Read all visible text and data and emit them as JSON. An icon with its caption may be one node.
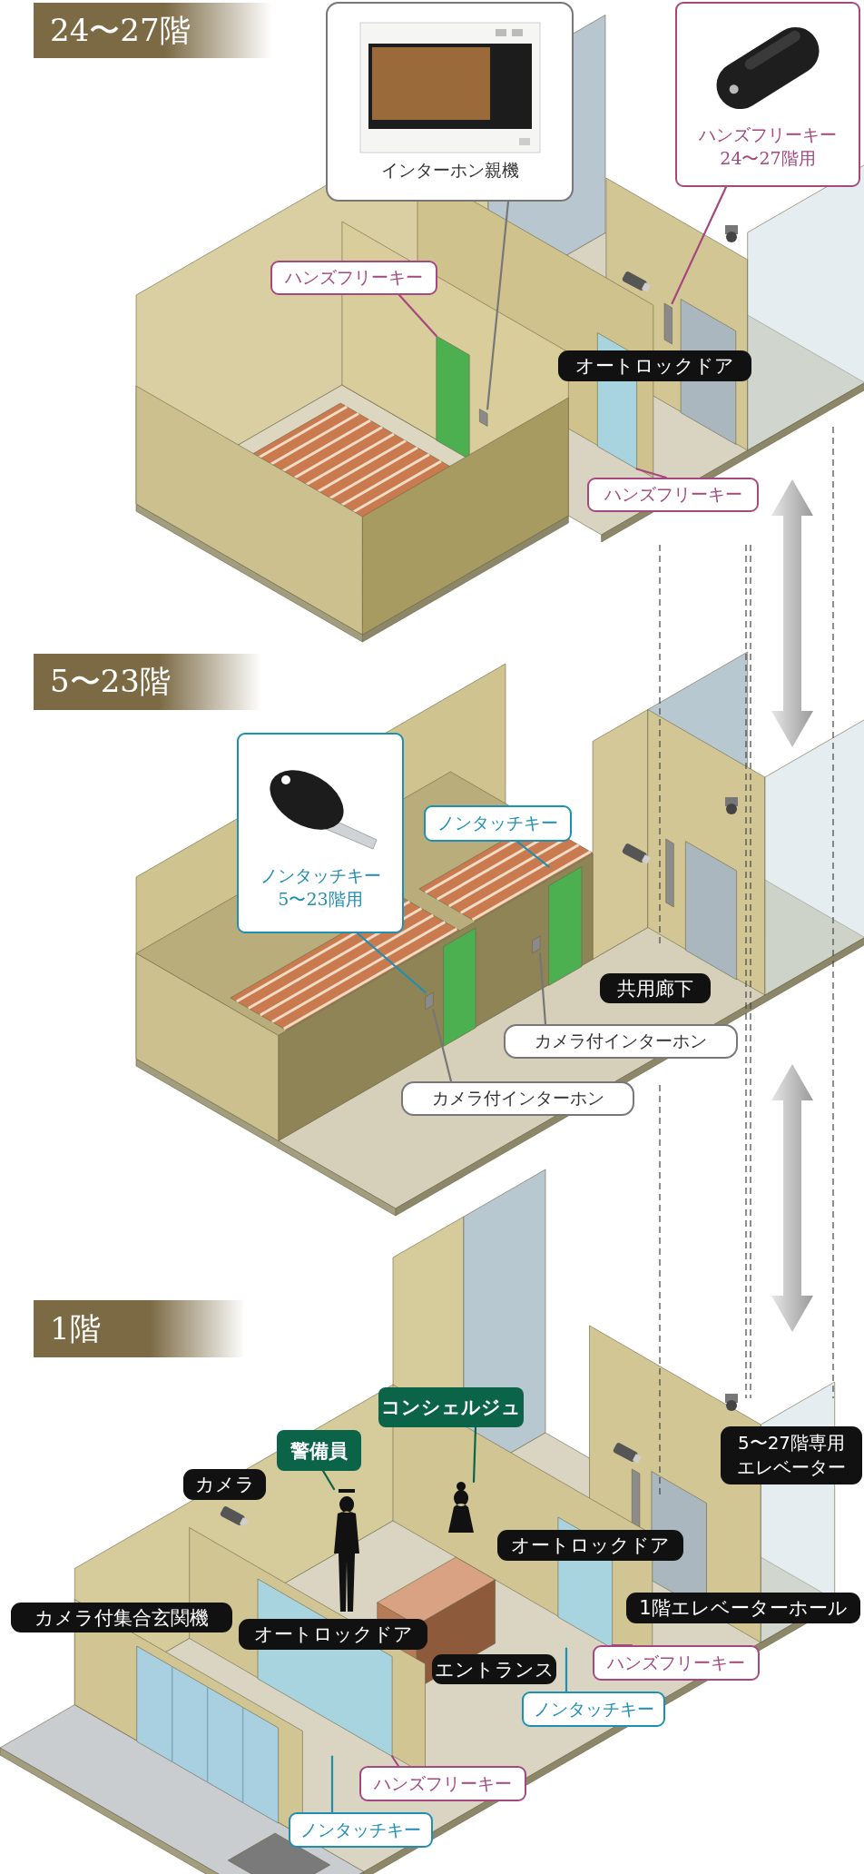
{
  "diagram": {
    "nodes": [
      {
        "text": [
          "24〜27階"
        ]
      },
      {
        "text": [
          "インターホン親機"
        ]
      },
      {
        "text": [
          "ハンズフリーキー24〜27階用"
        ]
      },
      {
        "text": [
          "ハンズフリーキー"
        ]
      },
      {
        "text": [
          "オートロックドア"
        ]
      },
      {
        "text": [
          "ハンズフリーキー"
        ]
      },
      {
        "text": [
          "5〜23階"
        ]
      },
      {
        "text": [
          "ノンタッチキー5〜23階用"
        ]
      },
      {
        "text": [
          "ノンタッチキー"
        ]
      },
      {
        "text": [
          "共用廊下"
        ]
      },
      {
        "text": [
          "カメラ付インターホン"
        ]
      },
      {
        "text": [
          "カメラ付インターホン"
        ]
      },
      {
        "text": [
          "1階"
        ]
      },
      {
        "text": [
          "コンシェルジュ"
        ]
      },
      {
        "text": [
          "警備員"
        ]
      },
      {
        "text": [
          "カメラ"
        ]
      },
      {
        "text": [
          "5〜27階専用エレベーター"
        ]
      },
      {
        "text": [
          "オートロックドア"
        ]
      },
      {
        "text": [
          "カメラ付集合玄関機"
        ]
      },
      {
        "text": [
          "オートロックドア"
        ]
      },
      {
        "text": [
          "1階エレベーターホール"
        ]
      },
      {
        "text": [
          "エントランス"
        ]
      },
      {
        "text": [
          "ハンズフリーキー"
        ]
      },
      {
        "text": [
          "ノンタッチキー"
        ]
      },
      {
        "text": [
          "ハンズフリーキー"
        ]
      },
      {
        "text": [
          "ノンタッチキー"
        ]
      },
      {
        "text": [],
        "shape": "box"
      },
      {
        "text": [],
        "shape": "box"
      },
      {
        "text": [],
        "shape": "box"
      },
      {
        "text": [],
        "shape": "box"
      },
      {
        "text": [],
        "shape": "box"
      },
      {
        "text": [],
        "shape": "box"
      },
      {
        "text": [],
        "shape": "box"
      },
      {
        "text": [],
        "shape": "box"
      },
      {
        "text": [],
        "shape": "box"
      },
      {
        "text": [],
        "shape": "box"
      },
      {
        "text": [],
        "shape": "person"
      },
      {
        "text": [],
        "shape": "person"
      }
    ],
    "edges": [
      {
        "from": 1,
        "to": 29,
        "arrow": "none",
        "color": "#777777"
      },
      {
        "from": 2,
        "to": 26,
        "arrow": "none"
      },
      {
        "from": 3,
        "to": 27,
        "arrow": "none"
      },
      {
        "from": 5,
        "to": 28,
        "arrow": "none"
      },
      {
        "from": 7,
        "to": 33,
        "arrow": "none",
        "color": "#1e8fb2"
      },
      {
        "from": 8,
        "to": 30,
        "arrow": "none",
        "color": "#1e8fb2"
      },
      {
        "from": 10,
        "to": 31,
        "arrow": "none",
        "color": "#777777"
      },
      {
        "from": 11,
        "to": 33,
        "arrow": "none",
        "color": "#777777"
      },
      {
        "from": 13,
        "to": 37,
        "arrow": "none",
        "color": "#0b6447"
      },
      {
        "from": 14,
        "to": 36,
        "arrow": "none",
        "color": "#0b6447"
      },
      {
        "from": 22,
        "to": 34,
        "arrow": "none"
      },
      {
        "from": 23,
        "to": 34,
        "arrow": "none",
        "color": "#1e8fb2"
      },
      {
        "from": 24,
        "to": 35,
        "arrow": "none"
      },
      {
        "from": 25,
        "to": 35,
        "arrow": "none",
        "color": "#1e8fb2"
      }
    ]
  }
}
